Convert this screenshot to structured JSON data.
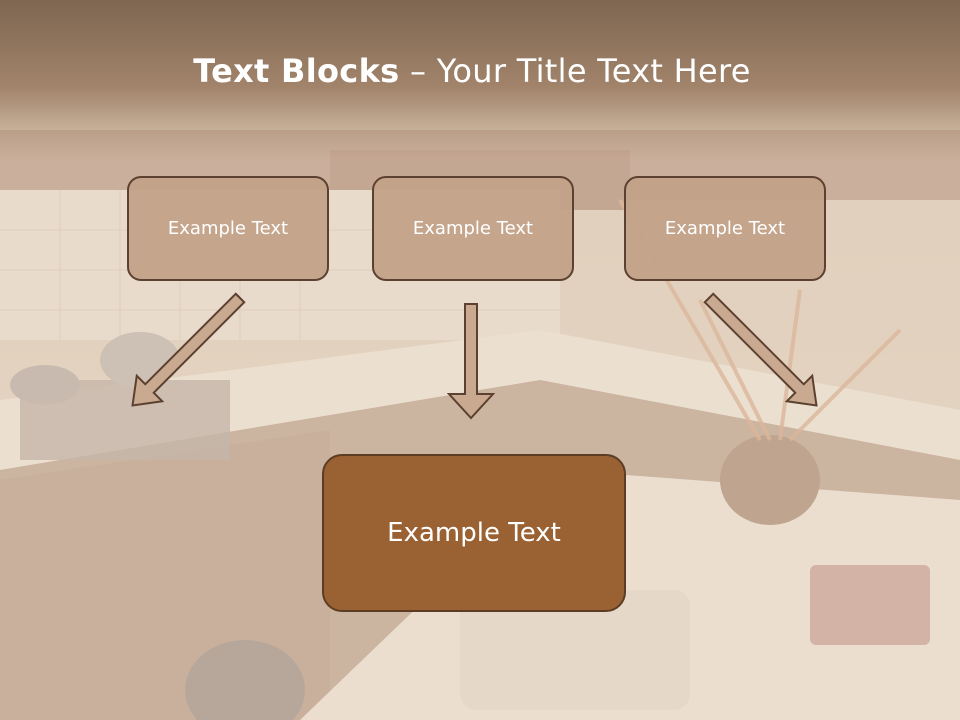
{
  "slide": {
    "title_bold": "Text Blocks",
    "title_rest": " – Your Title Text Here",
    "blocks": [
      {
        "text": "Example Text"
      },
      {
        "text": "Example Text"
      },
      {
        "text": "Example Text"
      }
    ],
    "main_block": {
      "text": "Example Text"
    }
  },
  "colors": {
    "header": "#7e6651",
    "small_box_fill": "#c2a188",
    "main_box_fill": "#9a6233",
    "border": "#5c4131",
    "arrow_fill": "#c9a98f"
  }
}
